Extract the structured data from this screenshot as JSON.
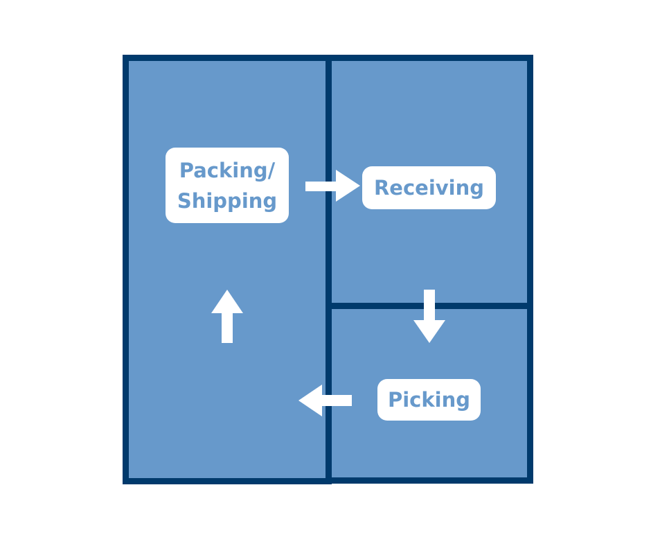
{
  "diagram": {
    "colors": {
      "room_fill": "#6799cb",
      "wall": "#003a6c",
      "label_bg": "#ffffff",
      "label_text": "#6799cb",
      "arrow": "#ffffff"
    },
    "zones": [
      {
        "id": "packing-shipping",
        "label": "Packing/\nShipping"
      },
      {
        "id": "receiving",
        "label": "Receiving"
      },
      {
        "id": "picking",
        "label": "Picking"
      }
    ],
    "flow": [
      {
        "from": "packing-shipping",
        "to": "receiving",
        "direction": "right"
      },
      {
        "from": "receiving",
        "to": "picking",
        "direction": "down"
      },
      {
        "from": "picking",
        "to": "packing-shipping",
        "direction": "left"
      },
      {
        "direction": "up",
        "to": "packing-shipping"
      }
    ]
  }
}
